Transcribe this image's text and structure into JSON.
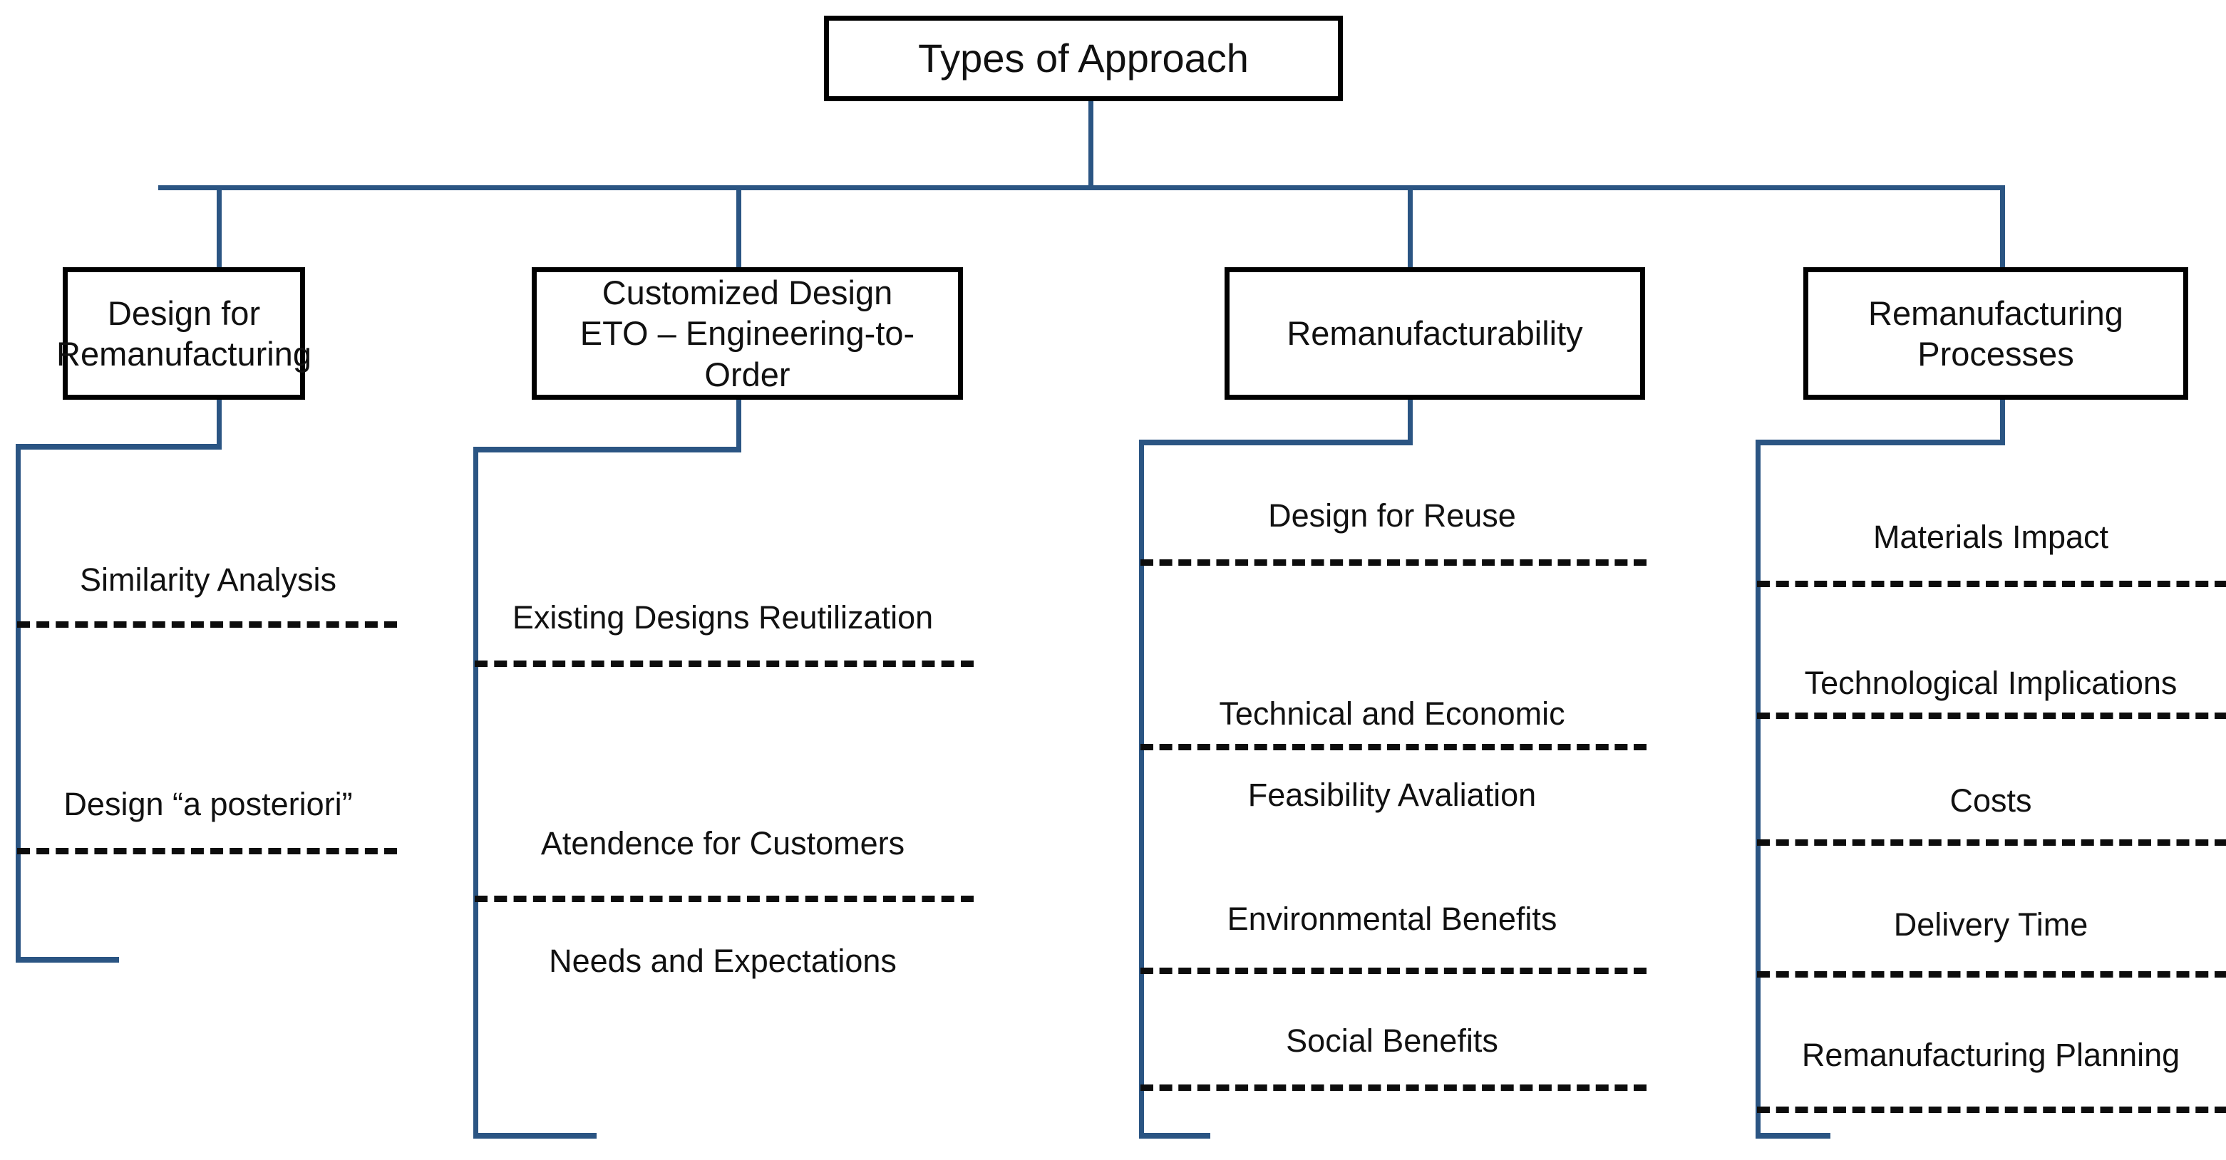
{
  "diagram": {
    "title": "Types of Approach",
    "root": {
      "label": "Types of Approach"
    },
    "colors": {
      "connector_blue": "#2b5583",
      "box_border": "#000000",
      "dash_black": "#0d0d0d",
      "background": "#ffffff",
      "text": "#111111"
    },
    "branches": [
      {
        "label": "Design for\nRemanufacturing",
        "items": [
          "Similarity Analysis",
          "Design “a posteriori”"
        ]
      },
      {
        "label": "Customized Design\nETO – Engineering-to-Order",
        "items": [
          "Existing Designs Reutilization",
          "Atendence for Customers",
          "Needs and Expectations"
        ]
      },
      {
        "label": "Remanufacturability",
        "items": [
          "Design for Reuse",
          "Technical and Economic",
          "Feasibility Avaliation",
          "Environmental Benefits",
          "Social Benefits"
        ]
      },
      {
        "label": "Remanufacturing\nProcesses",
        "items": [
          "Materials Impact",
          "Technological Implications",
          "Costs",
          "Delivery Time",
          "Remanufacturing Planning"
        ]
      }
    ]
  }
}
